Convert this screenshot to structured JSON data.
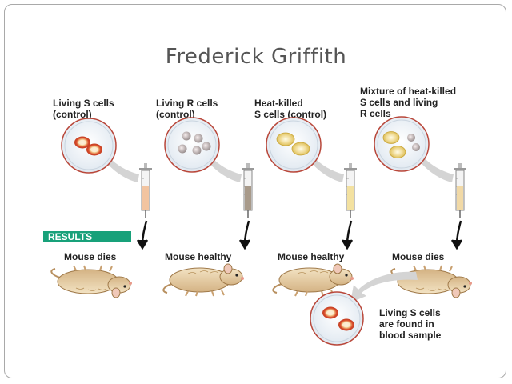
{
  "slide": {
    "title": "Frederick Griffith"
  },
  "experiments": [
    {
      "label_lines": [
        "Living S cells",
        "(control)"
      ],
      "outcome": "Mouse dies"
    },
    {
      "label_lines": [
        "Living R cells",
        "(control)"
      ],
      "outcome": "Mouse healthy"
    },
    {
      "label_lines": [
        "Heat-killed",
        "S cells (control)"
      ],
      "outcome": "Mouse healthy"
    },
    {
      "label_lines": [
        "Mixture of heat-killed",
        "S cells and living",
        "R cells"
      ],
      "outcome": "Mouse dies"
    }
  ],
  "results_label": "RESULTS",
  "blood_sample": {
    "label_lines": [
      "Living S cells",
      "are found in",
      "blood sample"
    ]
  },
  "colors": {
    "results_badge": "#18a17a",
    "s_cell_living": "#d84a2a",
    "s_cell_heat_killed": "#d8b84a",
    "r_cell": "#9a9090",
    "dish_fill": "#eef3f8",
    "dish_border": "#c0392b",
    "arrow_gray": "#d4d4d4"
  },
  "icons": [
    "petri-dish",
    "syringe",
    "mouse",
    "injection-arrow",
    "curved-arrow"
  ]
}
